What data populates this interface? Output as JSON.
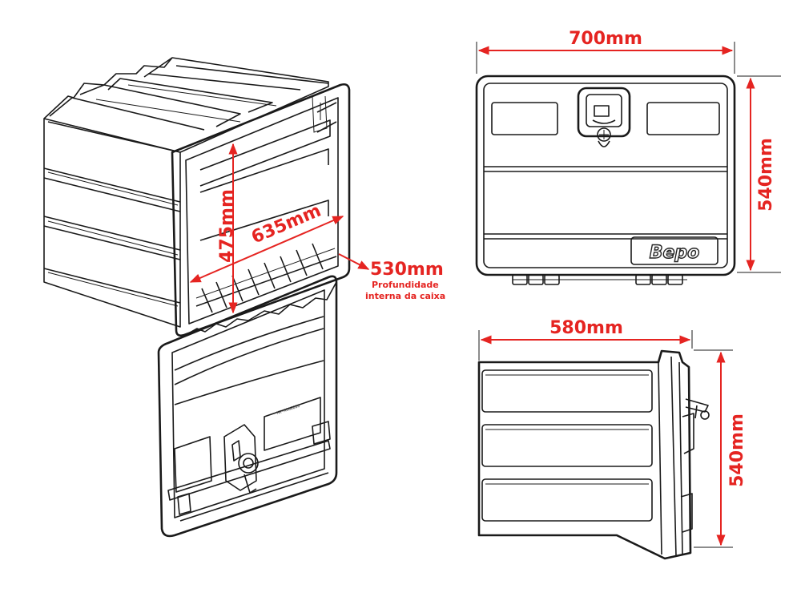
{
  "dimensions": {
    "width_top": "700mm",
    "height_front": "540mm",
    "width_side": "580mm",
    "height_side": "540mm",
    "inner_height": "475mm",
    "inner_width": "635mm",
    "inner_depth": "530mm",
    "depth_caption_line1": "Profundidade",
    "depth_caption_line2": "interna da caixa"
  },
  "brand": {
    "name": "Bepo"
  },
  "lid_label": {
    "code": "HK-A008880"
  },
  "colors": {
    "dimension": "#e52421",
    "line": "#1a1a1a",
    "background": "#ffffff"
  }
}
